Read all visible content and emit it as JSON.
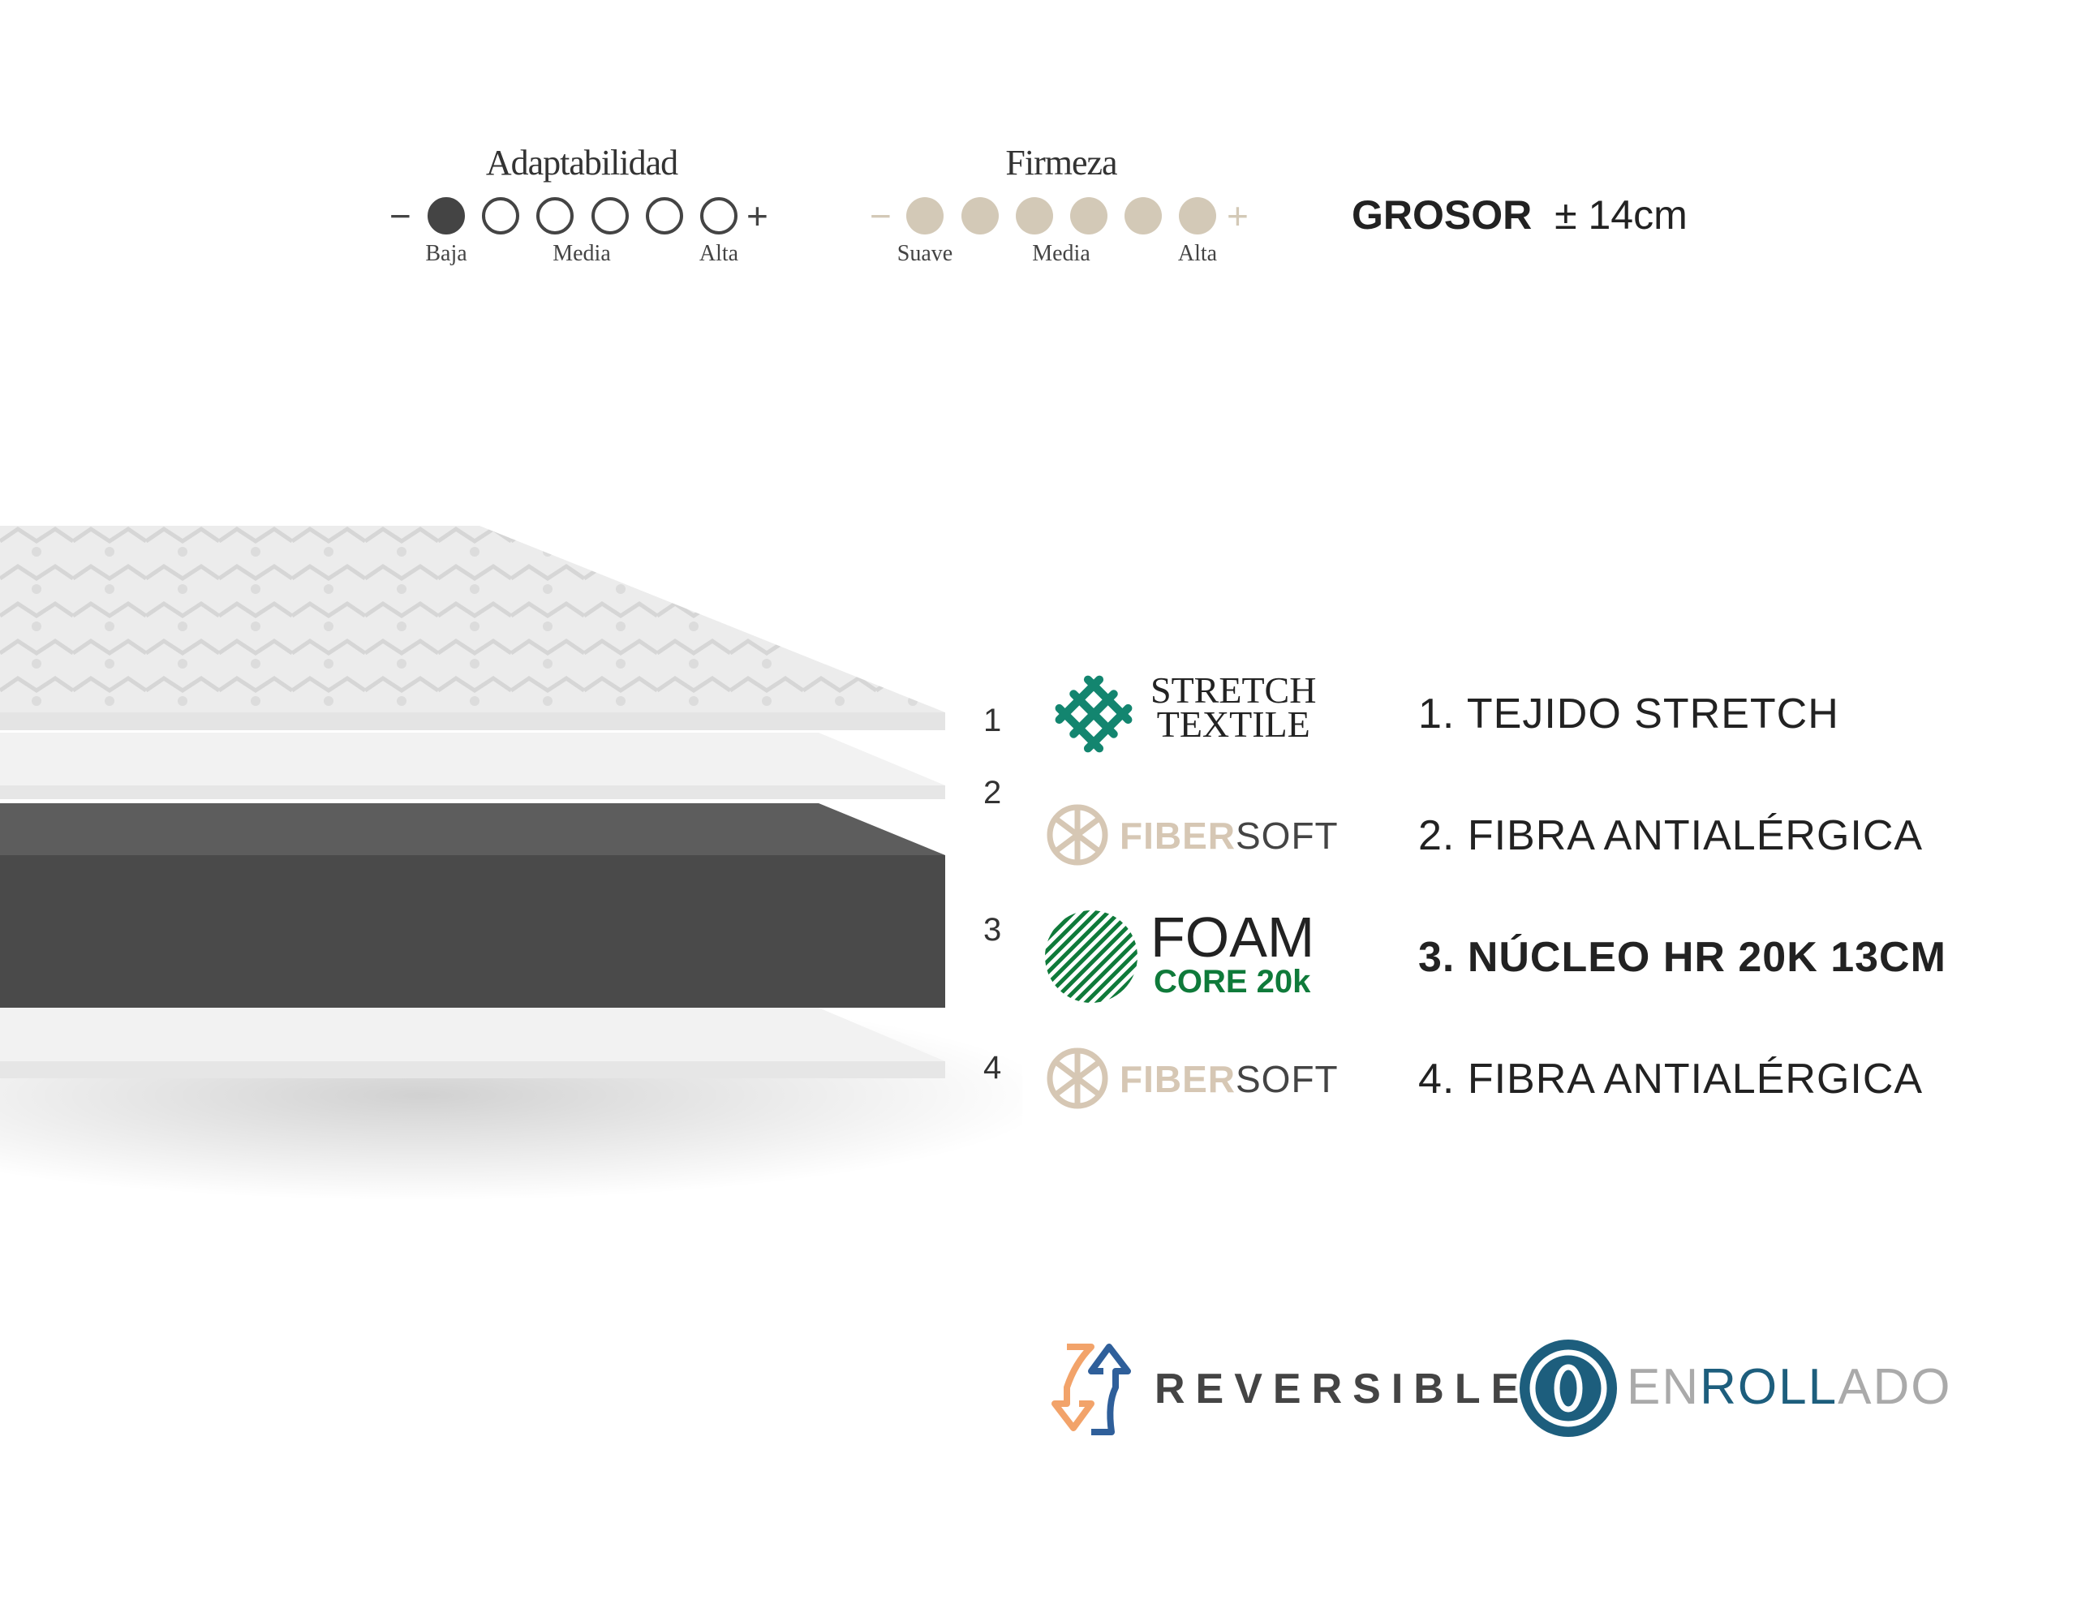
{
  "adaptability": {
    "title": "Adaptabilidad",
    "minus": "−",
    "plus": "+",
    "level": 1,
    "max": 6,
    "labels": [
      "Baja",
      "Media",
      "Alta"
    ],
    "color": "#444444"
  },
  "firmness": {
    "title": "Firmeza",
    "minus": "−",
    "plus": "+",
    "level": 6,
    "max": 6,
    "labels": [
      "Suave",
      "Media",
      "Alta"
    ],
    "color": "#d3c9b7"
  },
  "thickness": {
    "label": "GROSOR",
    "value": "± 14cm"
  },
  "layers": [
    {
      "number": "1",
      "logo_line1": "STRETCH",
      "logo_line2": "TEXTILE",
      "label": "1. TEJIDO STRETCH"
    },
    {
      "number": "2",
      "logo_a": "FIBER",
      "logo_b": "SOFT",
      "label": "2. FIBRA ANTIALÉRGICA"
    },
    {
      "number": "3",
      "logo_line1": "FOAM",
      "logo_line2": "CORE 20k",
      "label": "3. NÚCLEO HR 20K 13CM"
    },
    {
      "number": "4",
      "logo_a": "FIBER",
      "logo_b": "SOFT",
      "label": "4. FIBRA ANTIALÉRGICA"
    }
  ],
  "features": {
    "reversible": "REVERSIBLE",
    "enrollado_a": "EN",
    "enrollado_b": "ROLL",
    "enrollado_c": "ADO"
  },
  "colors": {
    "teal": "#13856f",
    "beige": "#d6c7b4",
    "green": "#0f7a3a",
    "blue": "#1d5e7d"
  }
}
